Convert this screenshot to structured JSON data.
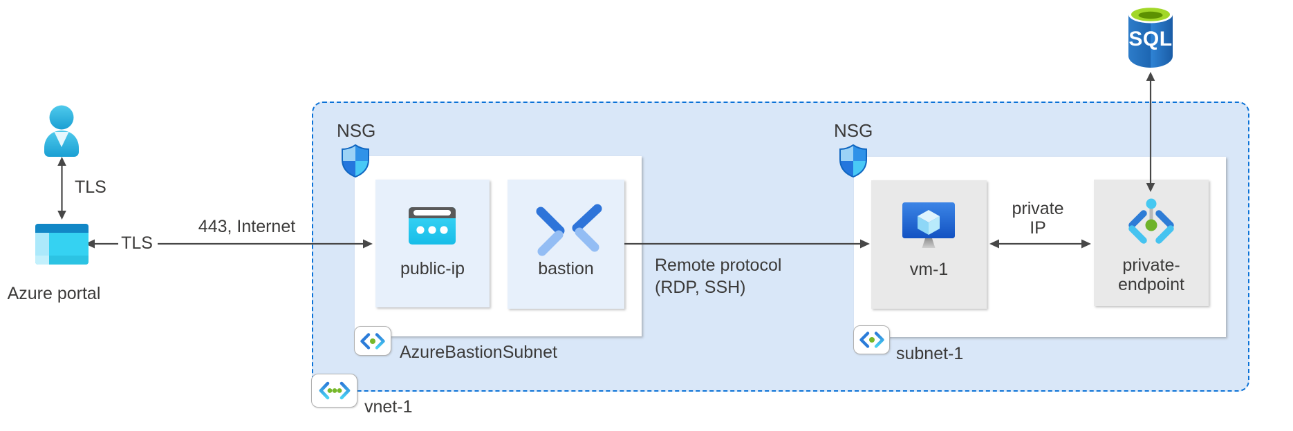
{
  "external": {
    "portal_label": "Azure portal",
    "sql_label": "SQL"
  },
  "connections": {
    "user_portal_label": "TLS",
    "internet_portal_label": "TLS",
    "internet_port_label": "443, Internet",
    "remote_protocol_label": "Remote protocol\n(RDP, SSH)",
    "private_ip_line1": "private",
    "private_ip_line2": "IP"
  },
  "vnet": {
    "label": "vnet-1",
    "bastion_subnet": {
      "label": "AzureBastionSubnet",
      "nsg_label": "NSG",
      "nodes": [
        {
          "label": "public-ip"
        },
        {
          "label": "bastion"
        }
      ]
    },
    "subnet1": {
      "label": "subnet-1",
      "nsg_label": "NSG",
      "nodes": [
        {
          "label": "vm-1"
        },
        {
          "label_line1": "private-",
          "label_line2": "endpoint"
        }
      ]
    }
  },
  "colors": {
    "vnet_fill": "#d9e7f8",
    "vnet_border": "#0b72d7",
    "subnet_box_fill": "#ffffff",
    "blue_node_fill": "#e7f0fb",
    "gray_node_fill": "#e9e9e9",
    "arrow": "#474747",
    "text": "#3b3a39",
    "sql_green": "#a2d728",
    "sql_blue": "#2272c3",
    "cyan_accent": "#35d2f2",
    "azure_blue": "#2e7cd6",
    "green_dot": "#76b82a"
  }
}
